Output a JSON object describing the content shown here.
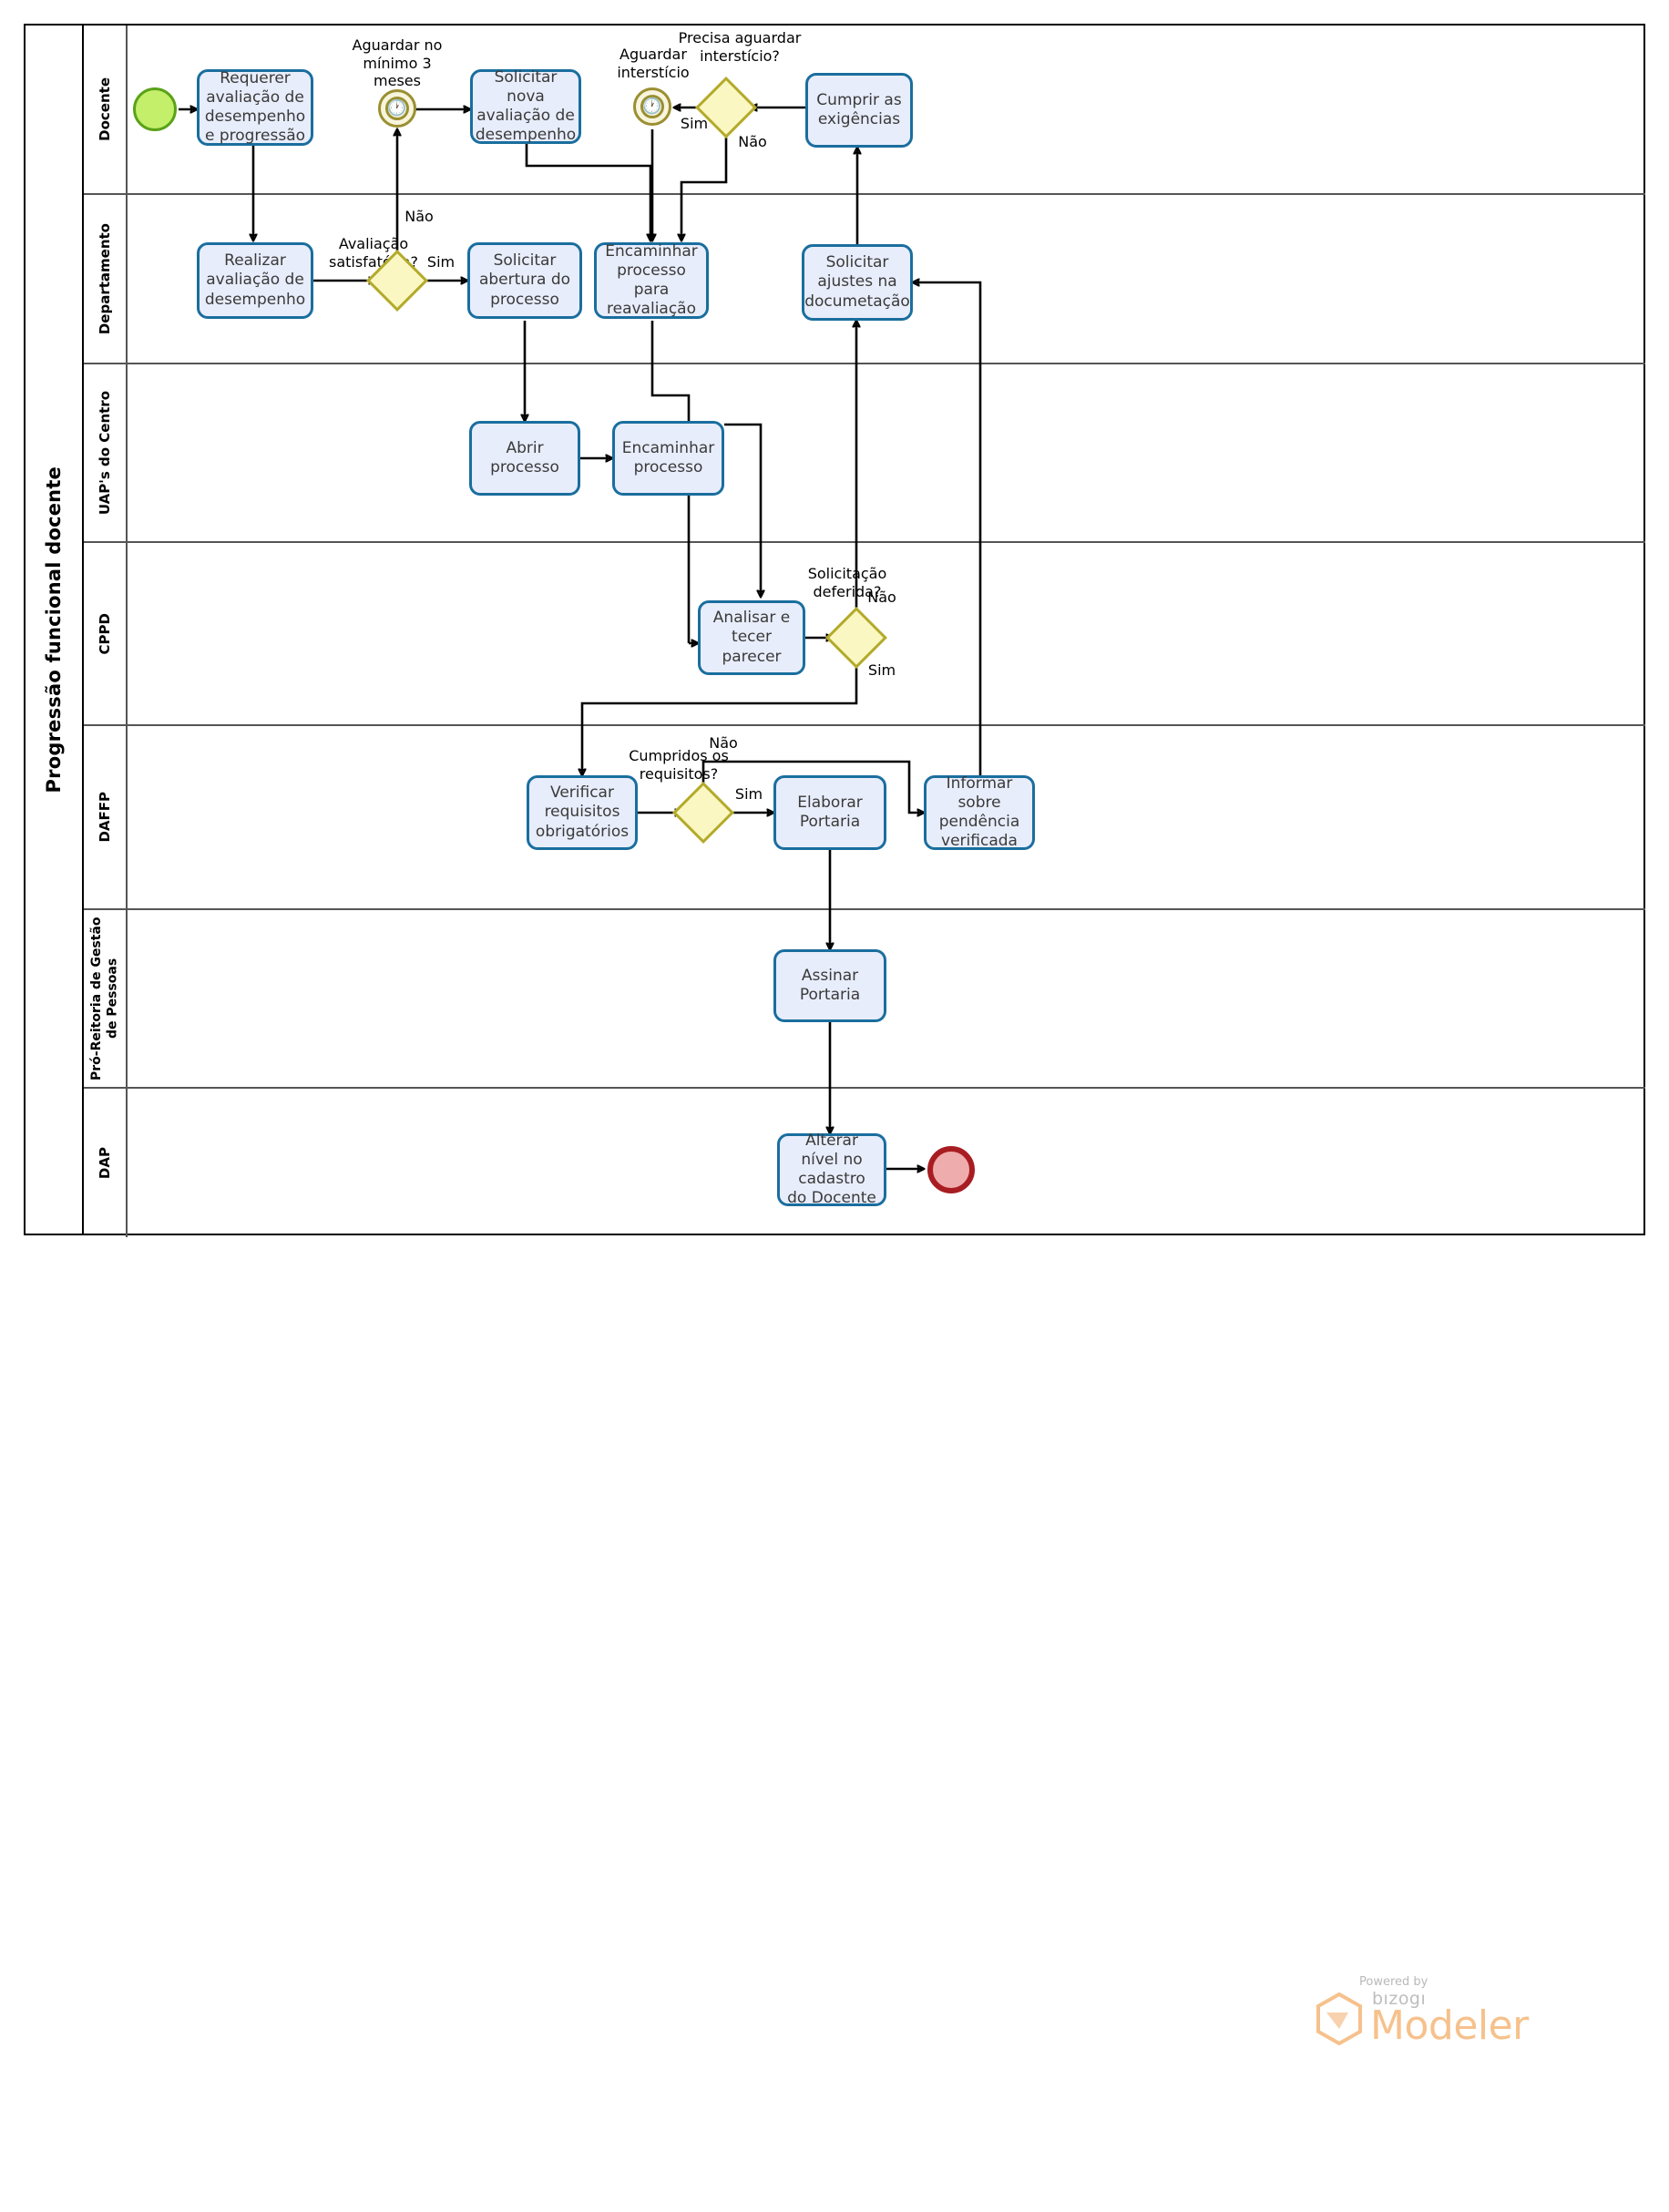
{
  "pool": {
    "title": "Progressão funcional docente"
  },
  "lanes": [
    {
      "id": "docente",
      "label": "Docente"
    },
    {
      "id": "departamento",
      "label": "Departamento"
    },
    {
      "id": "uaps",
      "label": "UAP's do Centro"
    },
    {
      "id": "cppd",
      "label": "CPPD"
    },
    {
      "id": "daffp",
      "label": "DAFFP"
    },
    {
      "id": "progep",
      "label": "Pró-Reitoria de Gestão de Pessoas"
    },
    {
      "id": "dap",
      "label": "DAP"
    }
  ],
  "events": [
    {
      "id": "start",
      "type": "start-event",
      "label": ""
    },
    {
      "id": "timer3meses",
      "type": "timer-event",
      "label": "Aguardar no mínimo 3 meses"
    },
    {
      "id": "timerinterst",
      "type": "timer-event",
      "label": "Aguardar interstício"
    },
    {
      "id": "end",
      "type": "end-event",
      "label": ""
    }
  ],
  "tasks": [
    {
      "id": "t1",
      "lane": "docente",
      "label": "Requerer avaliação de desempenho e progressão"
    },
    {
      "id": "t2",
      "lane": "docente",
      "label": "Solicitar nova avaliação de desempenho"
    },
    {
      "id": "t3",
      "lane": "docente",
      "label": "Cumprir as exigências"
    },
    {
      "id": "t4",
      "lane": "departamento",
      "label": "Realizar avaliação de desempenho"
    },
    {
      "id": "t5",
      "lane": "departamento",
      "label": "Solicitar abertura do processo"
    },
    {
      "id": "t6",
      "lane": "departamento",
      "label": "Encaminhar processo para reavaliação"
    },
    {
      "id": "t7",
      "lane": "departamento",
      "label": "Solicitar ajustes na documetação"
    },
    {
      "id": "t8",
      "lane": "uaps",
      "label": "Abrir processo"
    },
    {
      "id": "t9",
      "lane": "uaps",
      "label": "Encaminhar processo"
    },
    {
      "id": "t10",
      "lane": "cppd",
      "label": "Analisar e tecer parecer"
    },
    {
      "id": "t11",
      "lane": "daffp",
      "label": "Verificar requisitos obrigatórios"
    },
    {
      "id": "t12",
      "lane": "daffp",
      "label": "Elaborar Portaria"
    },
    {
      "id": "t13",
      "lane": "daffp",
      "label": "Informar sobre pendência verificada"
    },
    {
      "id": "t14",
      "lane": "progep",
      "label": "Assinar Portaria"
    },
    {
      "id": "t15",
      "lane": "dap",
      "label": "Alterar nível no cadastro do Docente"
    }
  ],
  "gateways": [
    {
      "id": "g1",
      "lane": "docente",
      "label": "Precisa aguardar interstício?"
    },
    {
      "id": "g2",
      "lane": "departamento",
      "label": "Avaliação satisfatória?"
    },
    {
      "id": "g3",
      "lane": "cppd",
      "label": "Solicitação deferida?"
    },
    {
      "id": "g4",
      "lane": "daffp",
      "label": "Cumpridos os requisitos?"
    }
  ],
  "flow_labels": {
    "g1_sim": "Sim",
    "g1_nao": "Não",
    "g2_sim": "Sim",
    "g2_nao": "Não",
    "g3_sim": "Sim",
    "g3_nao": "Não",
    "g4_sim": "Sim",
    "g4_nao": "Não"
  },
  "branding": {
    "powered_by": "Powered by",
    "brand": "bızogı",
    "product": "Modeler"
  },
  "colors": {
    "task_fill": "#e8edfb",
    "task_border": "#1a6e9e",
    "gateway_fill": "#fbf7c2",
    "gateway_border": "#b3aa2a",
    "start_fill": "#c3ef6a",
    "start_border": "#5aa218",
    "end_fill": "#efacac",
    "end_border": "#a81d22",
    "timer_border": "#9b8f32",
    "logo_accent": "#f6c18c"
  }
}
